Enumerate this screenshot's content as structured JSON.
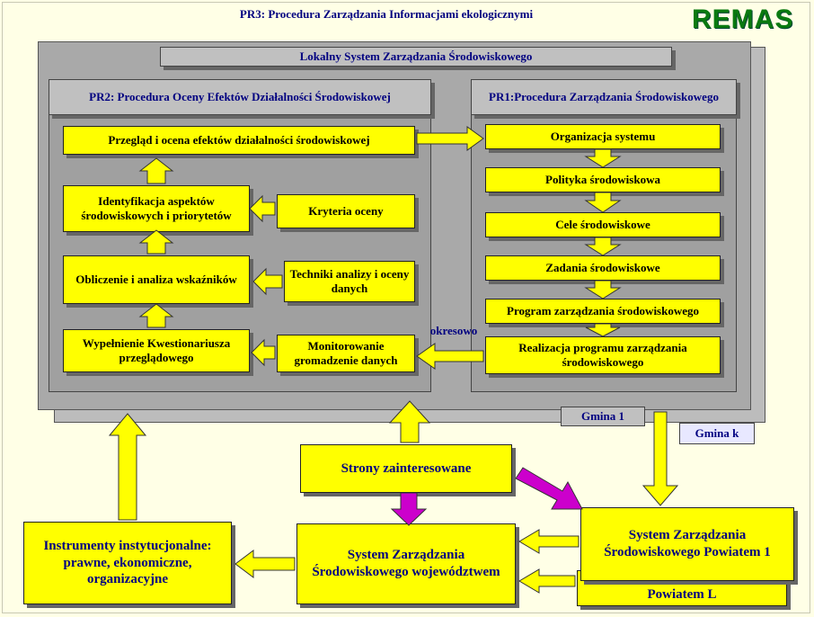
{
  "title": "PR3: Procedura Zarządzania Informacjami ekologicznymi",
  "logo_text": "REMAS",
  "lokalny": "Lokalny System Zarządzania Środowiskowego",
  "pr2": {
    "title": "PR2: Procedura Oceny Efektów Działalności Środowiskowej",
    "przeglad": "Przegląd i ocena  efektów działalności  środowiskowej",
    "identyfikacja": "Identyfikacja aspektów środowiskowych i priorytetów",
    "kryteria": "Kryteria oceny",
    "obliczenie": "Obliczenie i analiza wskaźników",
    "techniki": "Techniki  analizy i oceny danych",
    "wypelnienie": "Wypełnienie Kwestionariusza przeglądowego",
    "monitorowanie": "Monitorowanie gromadzenie danych"
  },
  "pr1": {
    "title": "PR1:Procedura Zarządzania Środowiskowego",
    "steps": [
      "Organizacja systemu",
      "Polityka środowiskowa",
      "Cele środowiskowe",
      "Zadania środowiskowe",
      "Program zarządzania środowiskowego",
      "Realizacja programu zarządzania środowiskowego"
    ]
  },
  "okresowo": "okresowo",
  "gmina1": "Gmina  1",
  "gminak": "Gmina  k",
  "strony": "Strony zainteresowane",
  "instrumenty": "Instrumenty instytucjonalne: prawne, ekonomiczne, organizacyjne",
  "wojewodztwo": "System Zarządzania Środowiskowego województwem",
  "powiat1": "System Zarządzania Środowiskowego Powiatem 1",
  "powiatL": "Powiatem L",
  "colors": {
    "box": "#ffff00",
    "panel": "#a9a9a9",
    "text": "#000080",
    "magenta": "#cc00cc"
  }
}
